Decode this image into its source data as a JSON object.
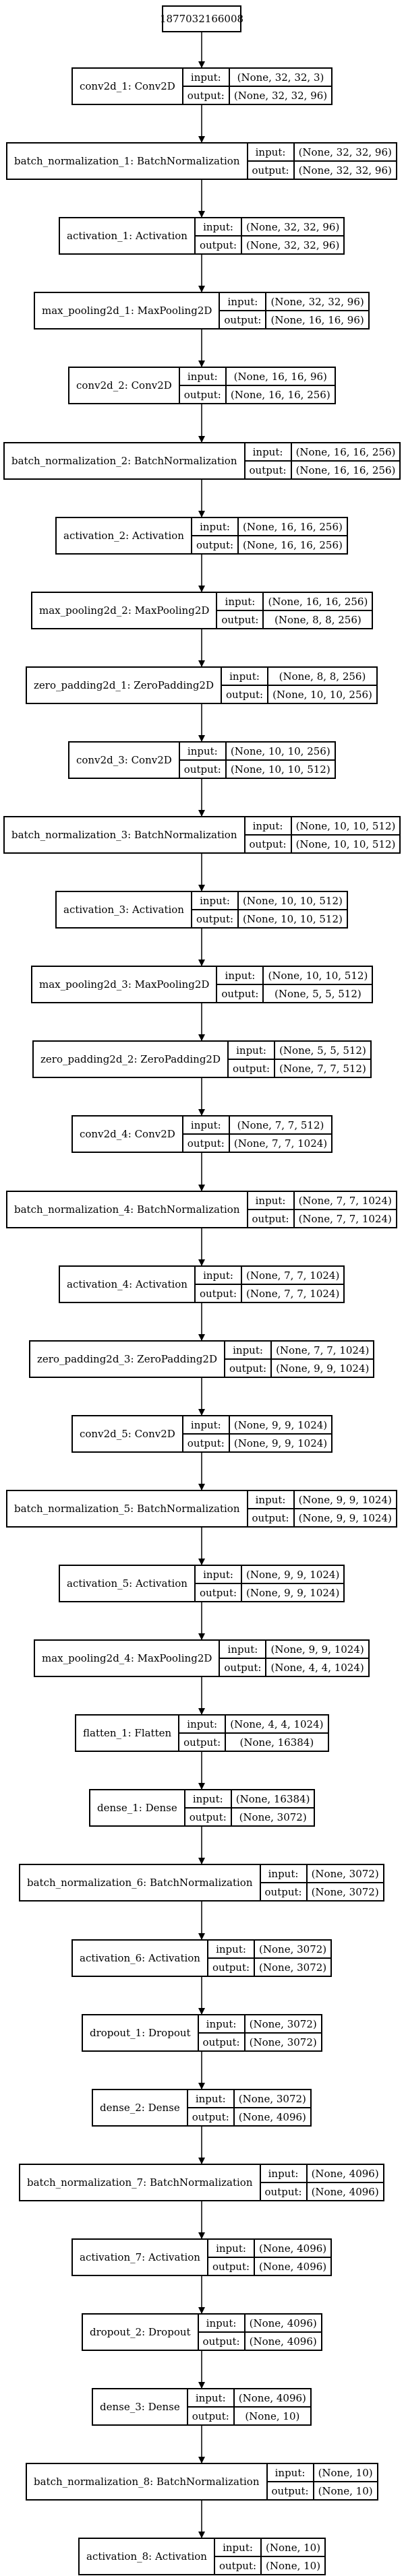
{
  "root": "1877032166008",
  "io_labels": {
    "input": "input:",
    "output": "output:"
  },
  "layers": [
    {
      "name": "conv2d_1: Conv2D",
      "input": "(None, 32, 32, 3)",
      "output": "(None, 32, 32, 96)"
    },
    {
      "name": "batch_normalization_1: BatchNormalization",
      "input": "(None, 32, 32, 96)",
      "output": "(None, 32, 32, 96)"
    },
    {
      "name": "activation_1: Activation",
      "input": "(None, 32, 32, 96)",
      "output": "(None, 32, 32, 96)"
    },
    {
      "name": "max_pooling2d_1: MaxPooling2D",
      "input": "(None, 32, 32, 96)",
      "output": "(None, 16, 16, 96)"
    },
    {
      "name": "conv2d_2: Conv2D",
      "input": "(None, 16, 16, 96)",
      "output": "(None, 16, 16, 256)"
    },
    {
      "name": "batch_normalization_2: BatchNormalization",
      "input": "(None, 16, 16, 256)",
      "output": "(None, 16, 16, 256)"
    },
    {
      "name": "activation_2: Activation",
      "input": "(None, 16, 16, 256)",
      "output": "(None, 16, 16, 256)"
    },
    {
      "name": "max_pooling2d_2: MaxPooling2D",
      "input": "(None, 16, 16, 256)",
      "output": "(None, 8, 8, 256)"
    },
    {
      "name": "zero_padding2d_1: ZeroPadding2D",
      "input": "(None, 8, 8, 256)",
      "output": "(None, 10, 10, 256)"
    },
    {
      "name": "conv2d_3: Conv2D",
      "input": "(None, 10, 10, 256)",
      "output": "(None, 10, 10, 512)"
    },
    {
      "name": "batch_normalization_3: BatchNormalization",
      "input": "(None, 10, 10, 512)",
      "output": "(None, 10, 10, 512)"
    },
    {
      "name": "activation_3: Activation",
      "input": "(None, 10, 10, 512)",
      "output": "(None, 10, 10, 512)"
    },
    {
      "name": "max_pooling2d_3: MaxPooling2D",
      "input": "(None, 10, 10, 512)",
      "output": "(None, 5, 5, 512)"
    },
    {
      "name": "zero_padding2d_2: ZeroPadding2D",
      "input": "(None, 5, 5, 512)",
      "output": "(None, 7, 7, 512)"
    },
    {
      "name": "conv2d_4: Conv2D",
      "input": "(None, 7, 7, 512)",
      "output": "(None, 7, 7, 1024)"
    },
    {
      "name": "batch_normalization_4: BatchNormalization",
      "input": "(None, 7, 7, 1024)",
      "output": "(None, 7, 7, 1024)"
    },
    {
      "name": "activation_4: Activation",
      "input": "(None, 7, 7, 1024)",
      "output": "(None, 7, 7, 1024)"
    },
    {
      "name": "zero_padding2d_3: ZeroPadding2D",
      "input": "(None, 7, 7, 1024)",
      "output": "(None, 9, 9, 1024)"
    },
    {
      "name": "conv2d_5: Conv2D",
      "input": "(None, 9, 9, 1024)",
      "output": "(None, 9, 9, 1024)"
    },
    {
      "name": "batch_normalization_5: BatchNormalization",
      "input": "(None, 9, 9, 1024)",
      "output": "(None, 9, 9, 1024)"
    },
    {
      "name": "activation_5: Activation",
      "input": "(None, 9, 9, 1024)",
      "output": "(None, 9, 9, 1024)"
    },
    {
      "name": "max_pooling2d_4: MaxPooling2D",
      "input": "(None, 9, 9, 1024)",
      "output": "(None, 4, 4, 1024)"
    },
    {
      "name": "flatten_1: Flatten",
      "input": "(None, 4, 4, 1024)",
      "output": "(None, 16384)"
    },
    {
      "name": "dense_1: Dense",
      "input": "(None, 16384)",
      "output": "(None, 3072)"
    },
    {
      "name": "batch_normalization_6: BatchNormalization",
      "input": "(None, 3072)",
      "output": "(None, 3072)"
    },
    {
      "name": "activation_6: Activation",
      "input": "(None, 3072)",
      "output": "(None, 3072)"
    },
    {
      "name": "dropout_1: Dropout",
      "input": "(None, 3072)",
      "output": "(None, 3072)"
    },
    {
      "name": "dense_2: Dense",
      "input": "(None, 3072)",
      "output": "(None, 4096)"
    },
    {
      "name": "batch_normalization_7: BatchNormalization",
      "input": "(None, 4096)",
      "output": "(None, 4096)"
    },
    {
      "name": "activation_7: Activation",
      "input": "(None, 4096)",
      "output": "(None, 4096)"
    },
    {
      "name": "dropout_2: Dropout",
      "input": "(None, 4096)",
      "output": "(None, 4096)"
    },
    {
      "name": "dense_3: Dense",
      "input": "(None, 4096)",
      "output": "(None, 10)"
    },
    {
      "name": "batch_normalization_8: BatchNormalization",
      "input": "(None, 10)",
      "output": "(None, 10)"
    },
    {
      "name": "activation_8: Activation",
      "input": "(None, 10)",
      "output": "(None, 10)"
    }
  ]
}
